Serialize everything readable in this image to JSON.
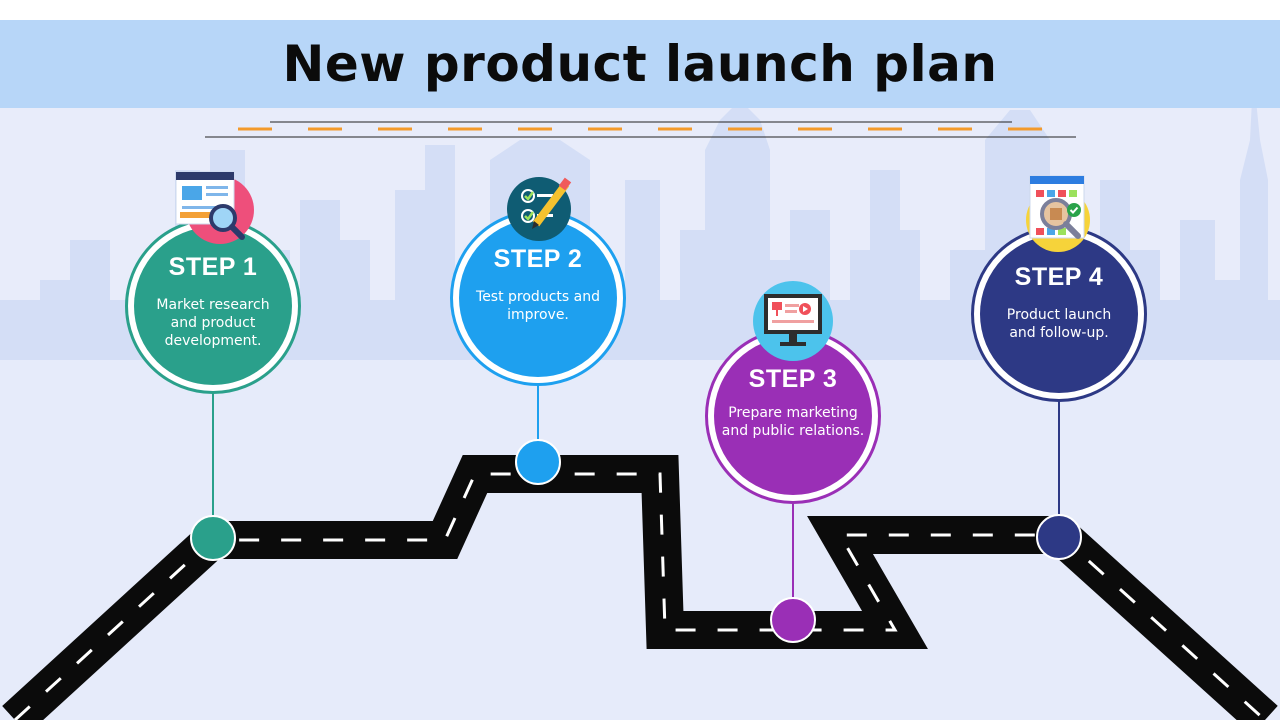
{
  "title": "New product launch plan",
  "colors": {
    "header": "#b7d6f8",
    "background": "#e8ecfa",
    "skyline": "#d4def6",
    "road": "#0b0b0b",
    "step1": "#2aa08b",
    "step2": "#1ea0ef",
    "step3": "#9a2fb6",
    "step4": "#2d3985"
  },
  "steps": [
    {
      "title": "STEP 1",
      "desc": "Market research and product development.",
      "icon": "research-document-magnifier-icon"
    },
    {
      "title": "STEP 2",
      "desc": "Test products and improve.",
      "icon": "checklist-pencil-icon"
    },
    {
      "title": "STEP 3",
      "desc": "Prepare marketing and public relations.",
      "icon": "presentation-monitor-icon"
    },
    {
      "title": "STEP 4",
      "desc": "Product launch and follow-up.",
      "icon": "product-analysis-icon"
    }
  ]
}
